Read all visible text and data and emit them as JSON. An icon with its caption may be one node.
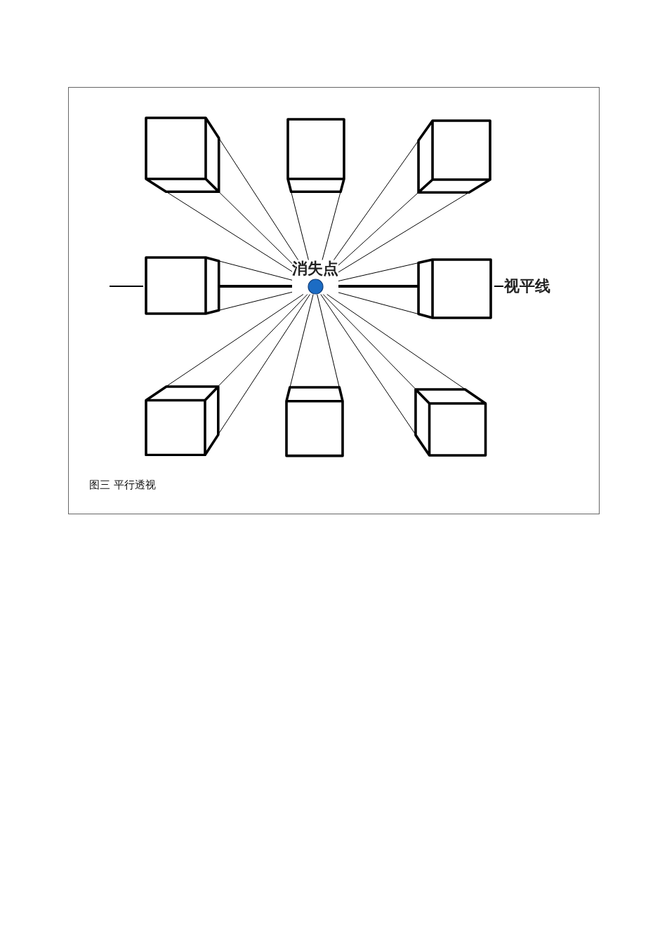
{
  "diagram": {
    "caption": "图三 平行透视",
    "nodes": [
      {
        "text": [],
        "shape": "cube"
      },
      {
        "text": [],
        "shape": "cube"
      },
      {
        "text": [],
        "shape": "cube"
      },
      {
        "text": [],
        "shape": "cube"
      },
      {
        "text": [
          "消失点"
        ]
      },
      {
        "text": [],
        "shape": "cube"
      },
      {
        "text": [],
        "shape": "cube"
      },
      {
        "text": [],
        "shape": "cube"
      },
      {
        "text": [],
        "shape": "cube"
      }
    ],
    "edges": [
      {
        "from": 0,
        "to": 4,
        "arrow": "none"
      },
      {
        "from": 0,
        "to": 4,
        "arrow": "none"
      },
      {
        "from": 0,
        "to": 4,
        "arrow": "none"
      },
      {
        "from": 1,
        "to": 4,
        "arrow": "none"
      },
      {
        "from": 1,
        "to": 4,
        "arrow": "none"
      },
      {
        "from": 2,
        "to": 4,
        "arrow": "none"
      },
      {
        "from": 2,
        "to": 4,
        "arrow": "none"
      },
      {
        "from": 2,
        "to": 4,
        "arrow": "none"
      },
      {
        "from": 3,
        "to": 4,
        "arrow": "none"
      },
      {
        "from": 3,
        "to": 4,
        "arrow": "none",
        "style": "thick"
      },
      {
        "from": 3,
        "to": 4,
        "arrow": "none"
      },
      {
        "from": 5,
        "to": 4,
        "arrow": "none"
      },
      {
        "from": 5,
        "to": 4,
        "arrow": "none",
        "style": "thick"
      },
      {
        "from": 5,
        "to": 4,
        "arrow": "none"
      },
      {
        "from": 6,
        "to": 4,
        "arrow": "none"
      },
      {
        "from": 6,
        "to": 4,
        "arrow": "none"
      },
      {
        "from": 6,
        "to": 4,
        "arrow": "none"
      },
      {
        "from": 7,
        "to": 4,
        "arrow": "none"
      },
      {
        "from": 7,
        "to": 4,
        "arrow": "none"
      },
      {
        "from": 8,
        "to": 4,
        "arrow": "none"
      },
      {
        "from": 8,
        "to": 4,
        "arrow": "none"
      },
      {
        "from": 8,
        "to": 4,
        "arrow": "none"
      }
    ],
    "labels": [
      "视平线"
    ]
  }
}
